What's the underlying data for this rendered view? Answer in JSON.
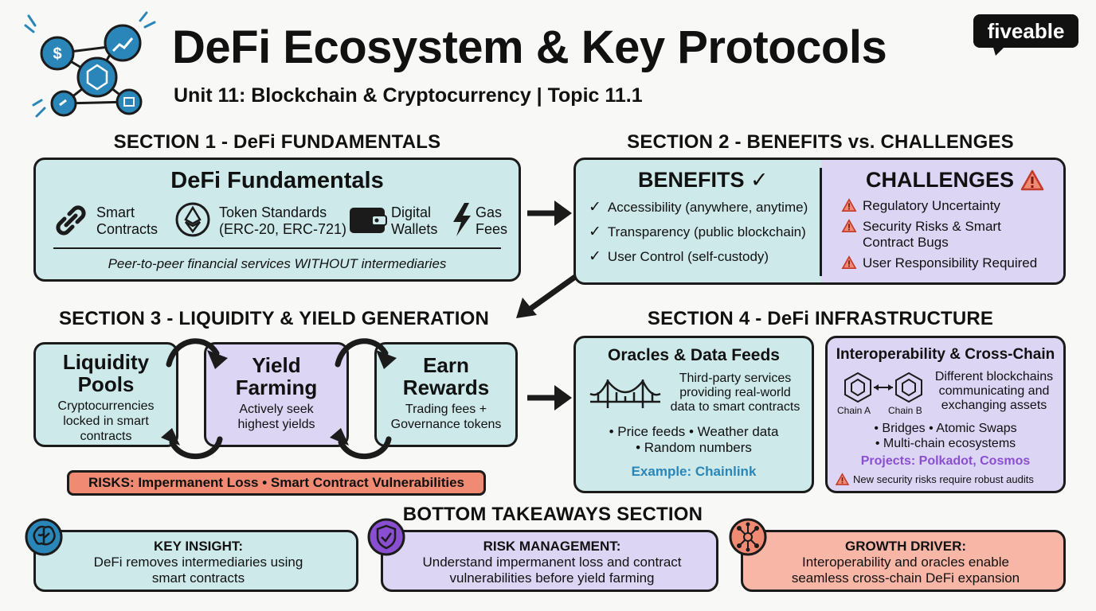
{
  "header": {
    "title": "DeFi Ecosystem & Key Protocols",
    "subtitle": "Unit 11: Blockchain & Cryptocurrency | Topic 11.1",
    "brand": "fiveable"
  },
  "section1": {
    "heading": "SECTION 1 - DeFi FUNDAMENTALS",
    "box_title": "DeFi Fundamentals",
    "items": [
      {
        "line1": "Smart",
        "line2": "Contracts",
        "icon": "chain-link-icon"
      },
      {
        "line1": "Token Standards",
        "line2": "(ERC-20, ERC-721)",
        "icon": "ethereum-icon"
      },
      {
        "line1": "Digital",
        "line2": "Wallets",
        "icon": "wallet-icon"
      },
      {
        "line1": "Gas",
        "line2": "Fees",
        "icon": "lightning-icon"
      }
    ],
    "footer": "Peer-to-peer financial services WITHOUT intermediaries"
  },
  "section2": {
    "heading": "SECTION 2 - BENEFITS vs. CHALLENGES",
    "benefits_title": "BENEFITS ✓",
    "benefits": [
      "Accessibility (anywhere, anytime)",
      "Transparency (public blockchain)",
      "User Control (self-custody)"
    ],
    "challenges_title": "CHALLENGES",
    "challenges": [
      [
        "Regulatory Uncertainty"
      ],
      [
        "Security Risks & Smart",
        "Contract Bugs"
      ],
      [
        "User Responsibility Required"
      ]
    ]
  },
  "section3": {
    "heading": "SECTION 3 - LIQUIDITY & YIELD GENERATION",
    "pools": {
      "title1": "Liquidity",
      "title2": "Pools",
      "d1": "Cryptocurrencies",
      "d2": "locked in smart",
      "d3": "contracts"
    },
    "farming": {
      "title1": "Yield",
      "title2": "Farming",
      "d1": "Actively seek",
      "d2": "highest yields"
    },
    "rewards": {
      "title1": "Earn",
      "title2": "Rewards",
      "d1": "Trading fees +",
      "d2": "Governance tokens"
    },
    "risks": "RISKS: Impermanent Loss • Smart Contract Vulnerabilities"
  },
  "section4": {
    "heading": "SECTION 4 - DeFi INFRASTRUCTURE",
    "oracles": {
      "title": "Oracles & Data Feeds",
      "d1": "Third-party services",
      "d2": "providing real-world",
      "d3": "data to smart contracts",
      "b1": "• Price feeds • Weather data",
      "b2": "• Random numbers",
      "example": "Example: Chainlink"
    },
    "interop": {
      "title": "Interoperability & Cross-Chain",
      "chain_a": "Chain A",
      "chain_b": "Chain B",
      "d1": "Different blockchains",
      "d2": "communicating and",
      "d3": "exchanging assets",
      "b1": "• Bridges • Atomic Swaps",
      "b2": "• Multi-chain ecosystems",
      "projects": "Projects: Polkadot, Cosmos",
      "warning": "New security risks require robust audits"
    }
  },
  "bottom": {
    "heading": "BOTTOM TAKEAWAYS SECTION",
    "cards": [
      {
        "title": "KEY INSIGHT:",
        "l1": "DeFi removes intermediaries using",
        "l2": "smart contracts",
        "icon": "brain-icon"
      },
      {
        "title": "RISK MANAGEMENT:",
        "l1": "Understand impermanent loss and contract",
        "l2": "vulnerabilities before yield farming",
        "icon": "shield-icon"
      },
      {
        "title": "GROWTH DRIVER:",
        "l1": "Interoperability and oracles enable",
        "l2": "seamless cross-chain DeFi expansion",
        "icon": "network-icon"
      }
    ]
  },
  "colors": {
    "teal": "#cde9ea",
    "lavender": "#ddd5f4",
    "coral": "#f7b6a6",
    "risk_red": "#f08a72",
    "blue_accent": "#2a86b8",
    "purple_accent": "#8a4fd0"
  }
}
